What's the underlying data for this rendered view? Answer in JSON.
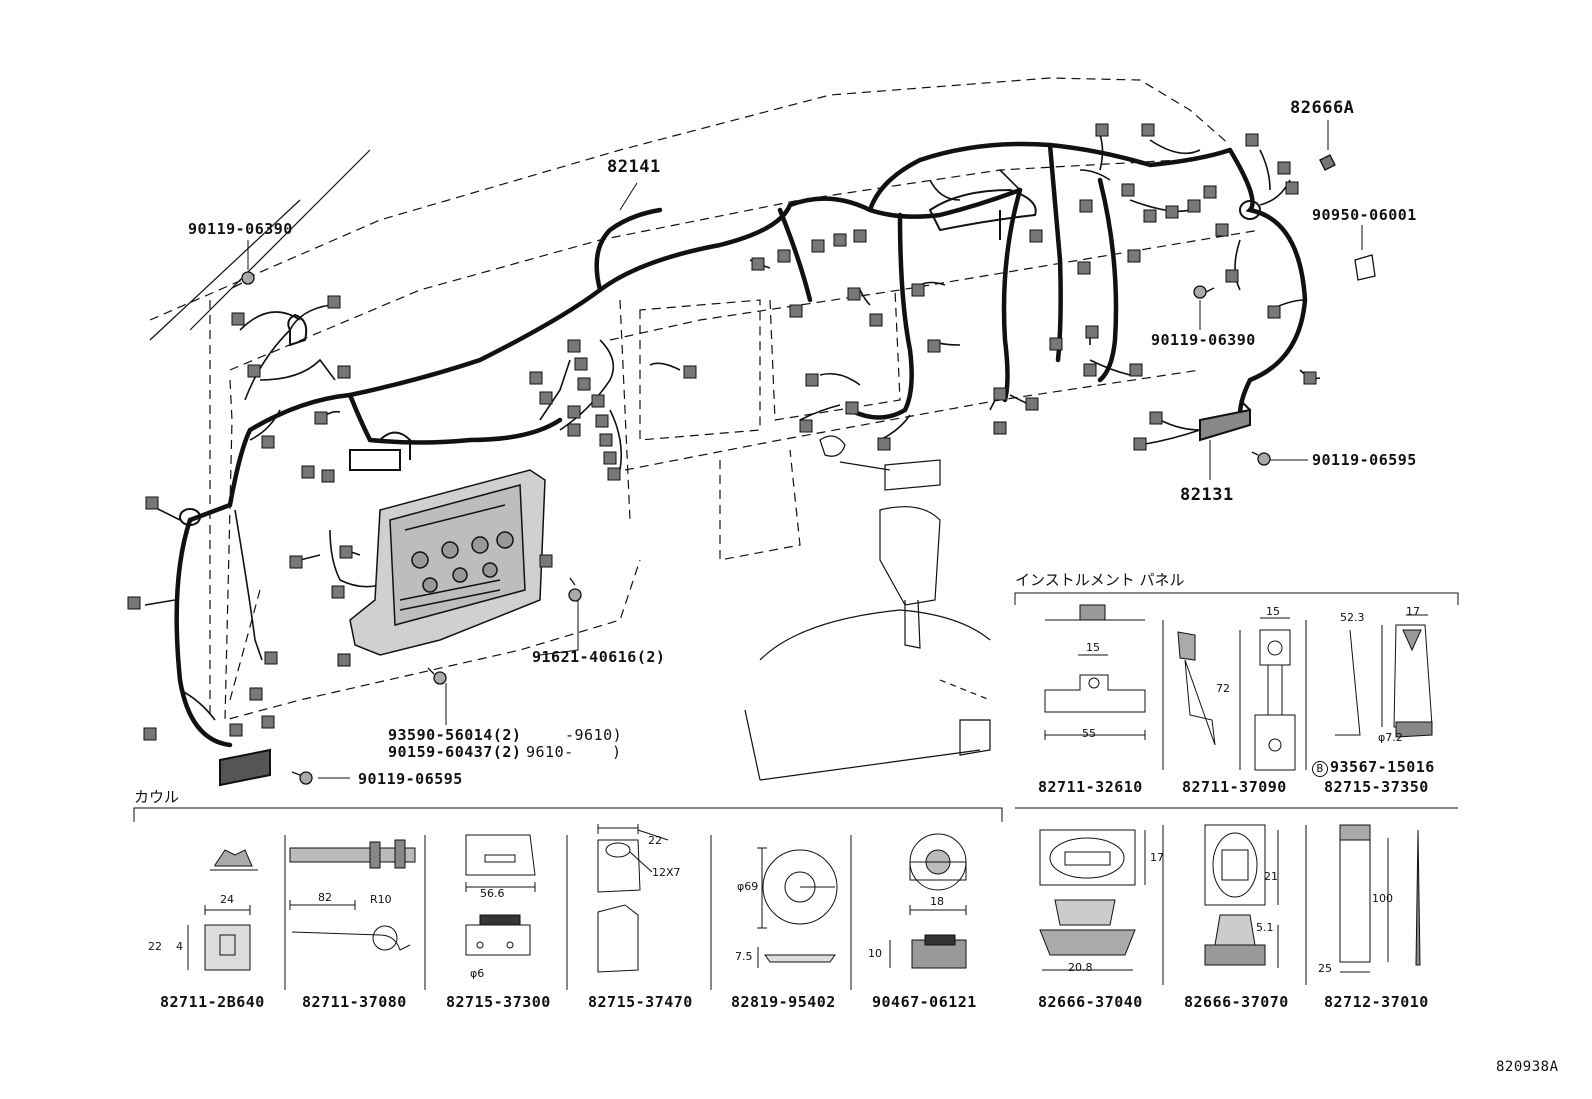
{
  "main_assembly": {
    "part_82141": "82141",
    "part_82131": "82131",
    "part_82666A": "82666A",
    "bolt_top_left": "90119-06390",
    "bolt_right": "90119-06390",
    "bolt_right_lower": "90119-06595",
    "bolt_left_lower": "90119-06595",
    "part_90950": "90950-06001",
    "screw_91621": "91621-40616(2)",
    "screw_93590": "93590-56014(2)",
    "screw_93590_range": "-9610)",
    "screw_90159": "90159-60437(2)",
    "screw_90159_range": "9610-",
    "screw_90159_close": ")"
  },
  "sections": {
    "cowl_title": "カウル",
    "instrument_panel_title": "インストルメント  パネル"
  },
  "cowl_parts": [
    {
      "id": "82711-2B640",
      "dims": [
        "24",
        "22",
        "4"
      ]
    },
    {
      "id": "82711-37080",
      "dims": [
        "82",
        "R10"
      ]
    },
    {
      "id": "82715-37300",
      "dims": [
        "56.6",
        "φ6"
      ]
    },
    {
      "id": "82715-37470",
      "dims": [
        "22",
        "12X7"
      ]
    },
    {
      "id": "82819-95402",
      "dims": [
        "φ69",
        "7.5"
      ]
    },
    {
      "id": "90467-06121",
      "dims": [
        "18",
        "10"
      ]
    }
  ],
  "panel_parts": [
    {
      "id": "82711-32610",
      "dims": [
        "15",
        "55"
      ]
    },
    {
      "id": "82711-37090",
      "dims": [
        "15",
        "72"
      ]
    },
    {
      "id": "82715-37350",
      "dims": [
        "52.3",
        "17",
        "φ7.2"
      ]
    },
    {
      "id": "82666-37040",
      "dims": [
        "17",
        "20.8"
      ]
    },
    {
      "id": "82666-37070",
      "dims": [
        "21",
        "5.1"
      ]
    },
    {
      "id": "82712-37010",
      "dims": [
        "100",
        "25"
      ]
    }
  ],
  "panel_extra": {
    "circle_letter": "B",
    "part_93567": "93567-15016"
  },
  "diagram_id": "820938A"
}
